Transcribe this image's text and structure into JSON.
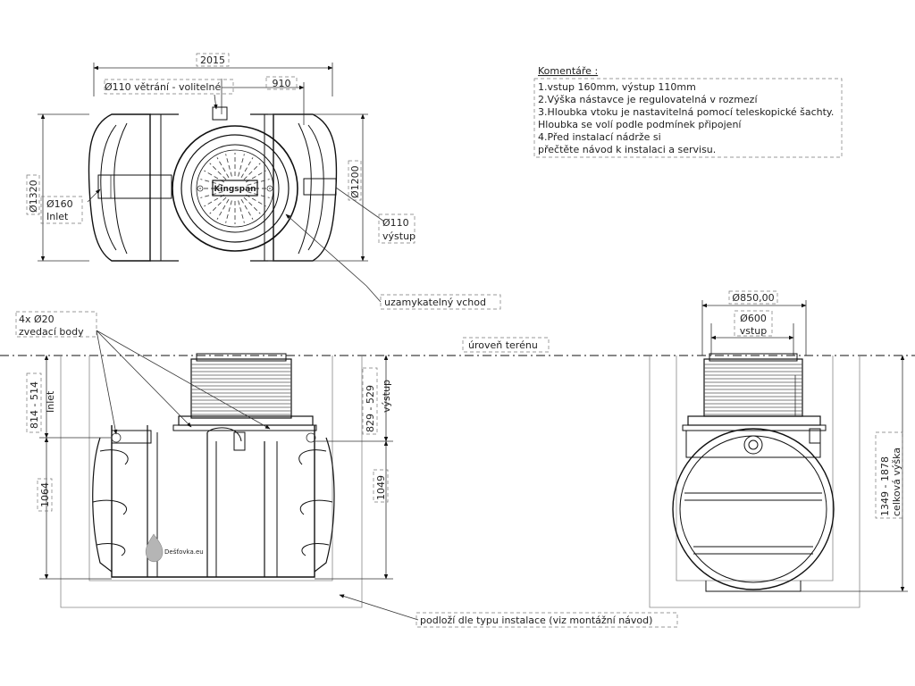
{
  "top_view": {
    "dim_total_length": "2015",
    "vent_label": "Ø110 větrání - volitelné",
    "dim_offset": "910",
    "dim_height": "Ø1320",
    "inlet_diameter": "Ø160",
    "inlet_label": "Inlet",
    "dim_lid": "Ø1200",
    "outlet_diameter": "Ø110",
    "outlet_label": "výstup",
    "lid_label": "uzamykatelný vchod",
    "brand": "Kingspan"
  },
  "notes": {
    "title": "Komentáře :",
    "lines": [
      "1.vstup 160mm, výstup 110mm",
      "2.Výška nástavce je regulovatelná v rozmezí",
      "3.Hloubka vtoku je nastavitelná pomocí teleskopické šachty.",
      "Hloubka se volí podle podmínek připojení",
      "4.Před instalací nádrže si",
      "přečtěte návod k instalaci a servisu."
    ]
  },
  "side_view": {
    "lifting_count": "4x Ø20",
    "lifting_label": "zvedací body",
    "ground_label": "úroveň terénu",
    "dim_inlet_depth": "814 - 514",
    "dim_inlet_label": "Inlet",
    "dim_outlet_depth": "829 - 529",
    "dim_outlet_label": "výstup",
    "dim_left_height": "1064",
    "dim_right_height": "1049",
    "watermark": "Dešťovka.eu",
    "base_label": "podloží dle typu instalace (viz montážní návod)"
  },
  "end_view": {
    "dim_outer": "Ø850,00",
    "dim_inner": "Ø600",
    "dim_inner_label": "vstup",
    "dim_total": "1349 - 1878",
    "dim_total_label": "celková výška"
  }
}
